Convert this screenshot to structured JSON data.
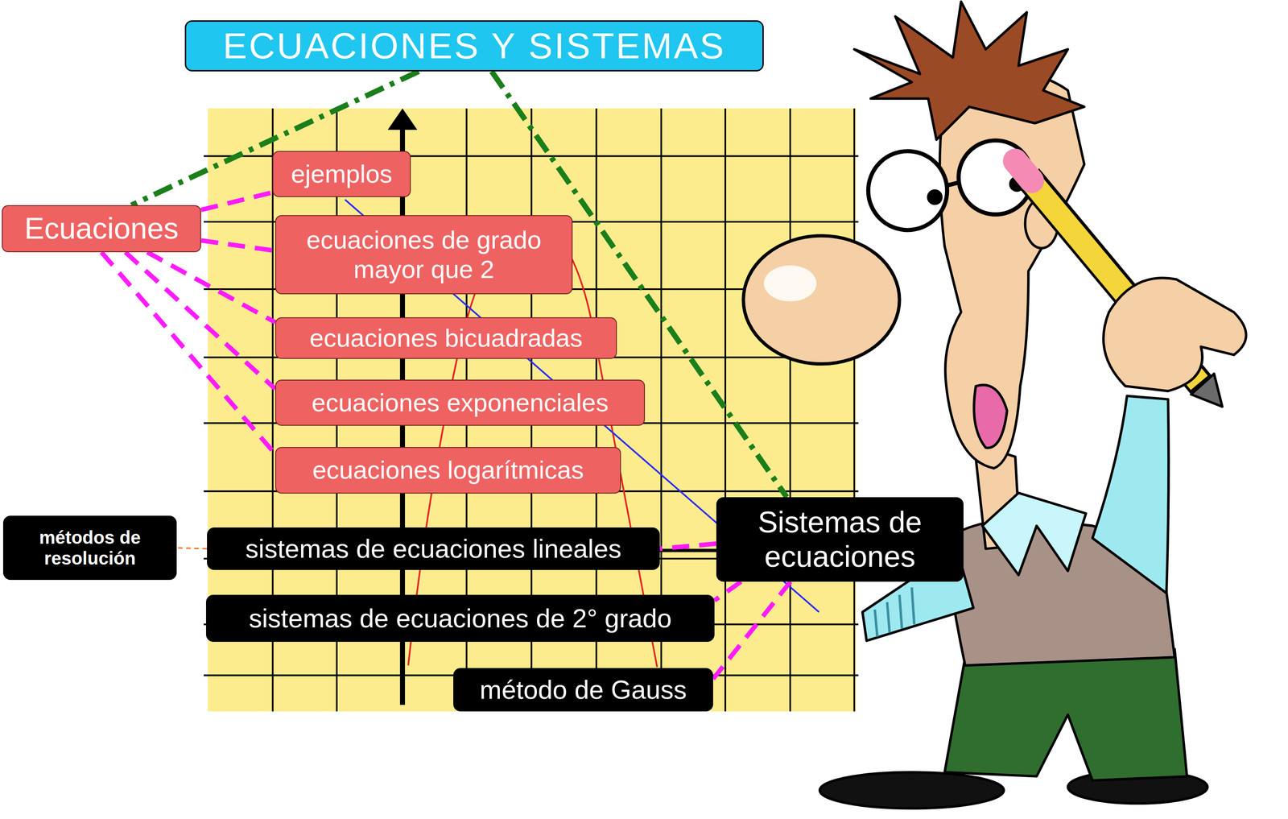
{
  "diagram": {
    "nodes": [
      {
        "text": [
          "ECUACIONES Y SISTEMAS"
        ]
      },
      {
        "text": [
          "Ecuaciones"
        ]
      },
      {
        "text": [
          "ejemplos"
        ]
      },
      {
        "text": [
          "ecuaciones de grado mayor que 2"
        ]
      },
      {
        "text": [
          "ecuaciones bicuadradas"
        ]
      },
      {
        "text": [
          "ecuaciones exponenciales"
        ]
      },
      {
        "text": [
          "ecuaciones logarítmicas"
        ]
      },
      {
        "text": [
          "Sistemas de ecuaciones"
        ]
      },
      {
        "text": [
          "métodos de resolución"
        ]
      },
      {
        "text": [
          "sistemas de ecuaciones lineales"
        ]
      },
      {
        "text": [
          "sistemas de ecuaciones de 2° grado"
        ]
      },
      {
        "text": [
          "método de Gauss"
        ]
      }
    ],
    "edges": [
      {
        "from": 0,
        "to": 1,
        "arrow": "none"
      },
      {
        "from": 0,
        "to": 7,
        "arrow": "none"
      },
      {
        "from": 1,
        "to": 2,
        "arrow": "none"
      },
      {
        "from": 1,
        "to": 3,
        "arrow": "none"
      },
      {
        "from": 1,
        "to": 4,
        "arrow": "none"
      },
      {
        "from": 1,
        "to": 5,
        "arrow": "none"
      },
      {
        "from": 1,
        "to": 6,
        "arrow": "none"
      },
      {
        "from": 7,
        "to": 9,
        "arrow": "none"
      },
      {
        "from": 7,
        "to": 10,
        "arrow": "none"
      },
      {
        "from": 7,
        "to": 11,
        "arrow": "none"
      },
      {
        "from": 9,
        "to": 8,
        "arrow": "none"
      }
    ]
  }
}
